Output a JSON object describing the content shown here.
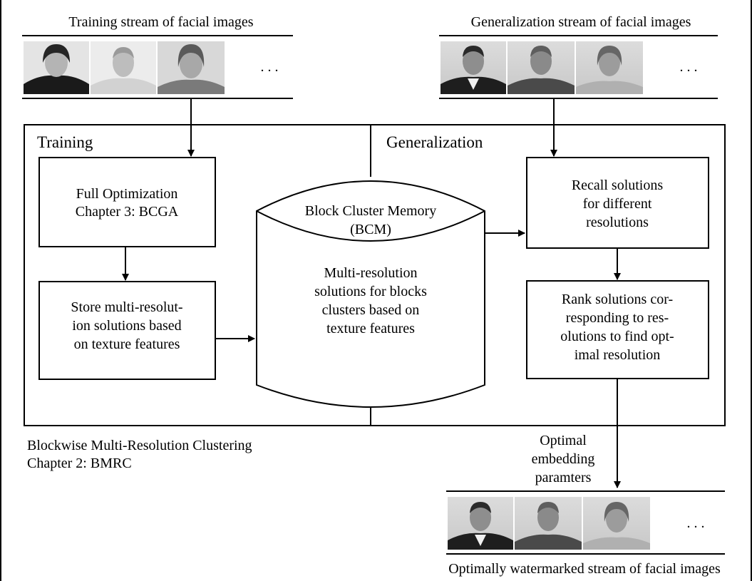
{
  "streams": {
    "training": {
      "label": "Training stream of facial images",
      "ellipsis": ". . ."
    },
    "generalization": {
      "label": "Generalization stream of facial images",
      "ellipsis": ". . ."
    },
    "output": {
      "label": "Optimally watermarked stream of facial images",
      "ellipsis": ". . ."
    }
  },
  "sections": {
    "training": "Training",
    "generalization": "Generalization"
  },
  "boxes": {
    "full_optimization": [
      "Full Optimization",
      "Chapter 3: BCGA"
    ],
    "store": [
      "Store multi-resolut-",
      "ion solutions based",
      "on texture features"
    ],
    "recall": [
      "Recall solutions",
      "for different",
      "resolutions"
    ],
    "rank": [
      "Rank solutions cor-",
      "responding to res-",
      "olutions to find opt-",
      "imal resolution"
    ]
  },
  "bcm": {
    "title": [
      "Block Cluster Memory",
      "(BCM)"
    ],
    "body": [
      "Multi-resolution",
      "solutions for blocks",
      "clusters based on",
      "texture features"
    ]
  },
  "footer": [
    "Blockwise Multi-Resolution Clustering",
    "Chapter 2: BMRC"
  ],
  "output_label": [
    "Optimal",
    "embedding",
    "paramters"
  ]
}
